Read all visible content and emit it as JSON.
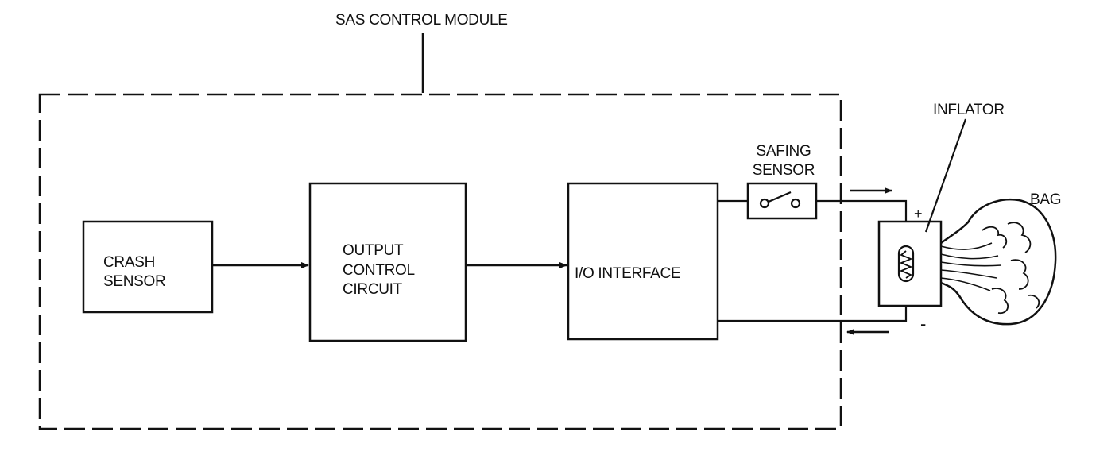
{
  "module_label": "SAS CONTROL MODULE",
  "blocks": {
    "crash_sensor": [
      "CRASH",
      "SENSOR"
    ],
    "output_control": [
      "OUTPUT",
      "CONTROL",
      "CIRCUIT"
    ],
    "io_interface": "I/O INTERFACE"
  },
  "safing_sensor": [
    "SAFING",
    "SENSOR"
  ],
  "inflator_label": "INFLATOR",
  "bag_label": "BAG",
  "plus_sign": "+",
  "minus_sign": "-",
  "colors": {
    "ink": "#111111",
    "background": "#ffffff"
  }
}
